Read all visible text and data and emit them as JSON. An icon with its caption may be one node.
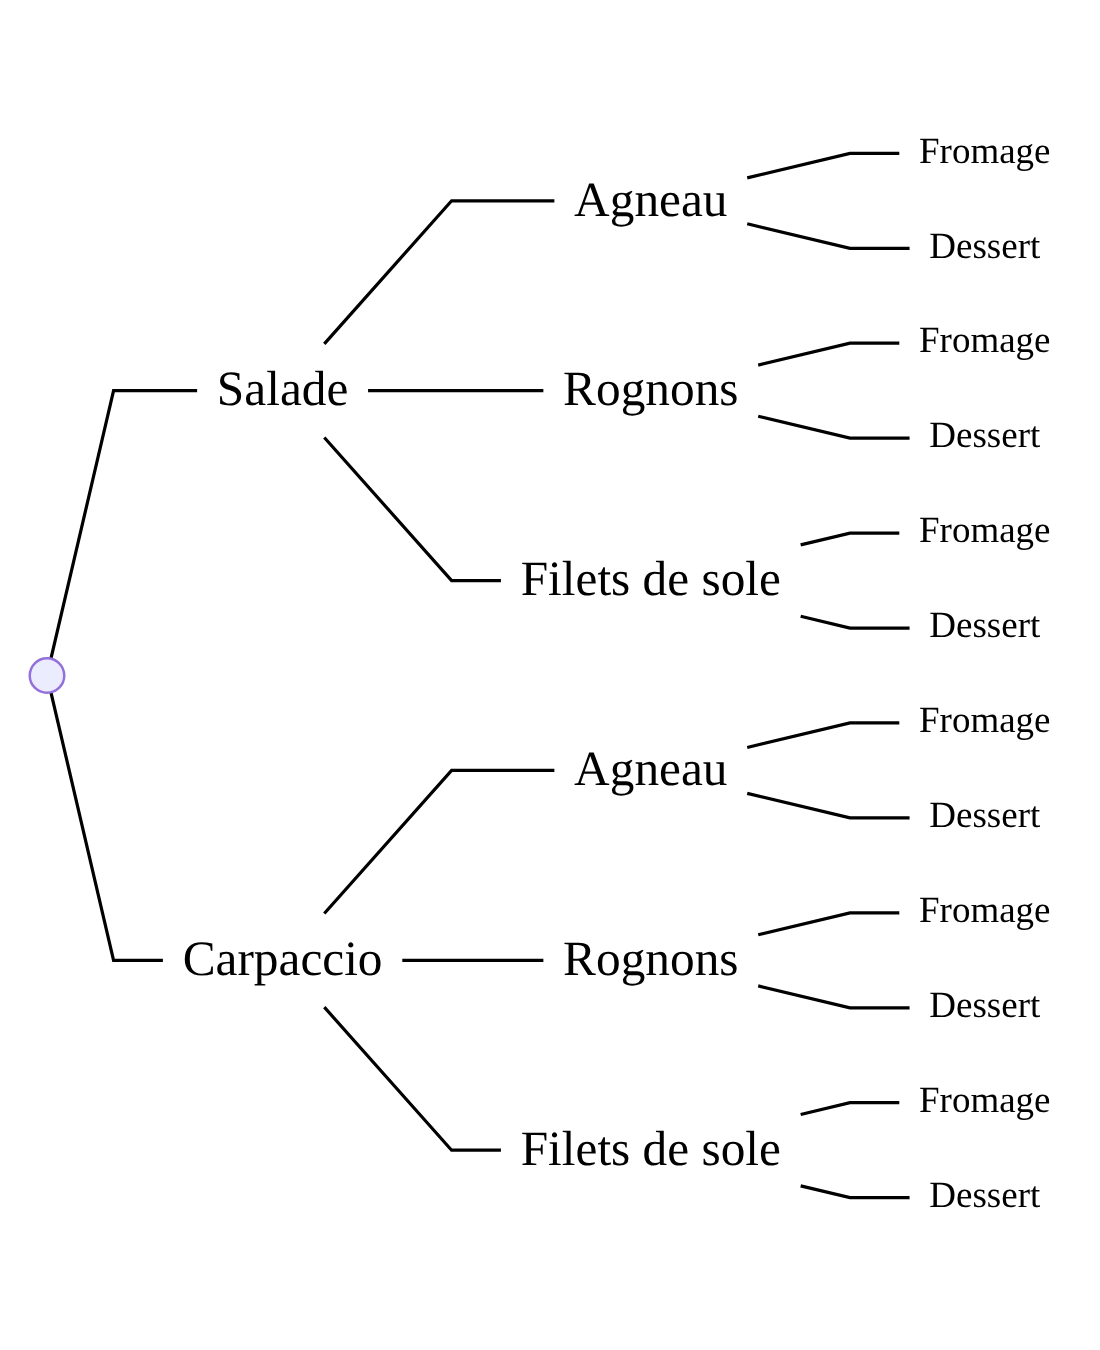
{
  "diagram": {
    "nodes": [
      {
        "text": [],
        "shape": "point"
      },
      {
        "text": [
          "Salade"
        ]
      },
      {
        "text": [
          "Agneau"
        ]
      },
      {
        "text": [
          "Fromage"
        ]
      },
      {
        "text": [
          "Dessert"
        ]
      },
      {
        "text": [
          "Rognons"
        ]
      },
      {
        "text": [
          "Fromage"
        ]
      },
      {
        "text": [
          "Dessert"
        ]
      },
      {
        "text": [
          "Filets de sole"
        ]
      },
      {
        "text": [
          "Fromage"
        ]
      },
      {
        "text": [
          "Dessert"
        ]
      },
      {
        "text": [
          "Carpaccio"
        ]
      },
      {
        "text": [
          "Agneau"
        ]
      },
      {
        "text": [
          "Fromage"
        ]
      },
      {
        "text": [
          "Dessert"
        ]
      },
      {
        "text": [
          "Rognons"
        ]
      },
      {
        "text": [
          "Fromage"
        ]
      },
      {
        "text": [
          "Dessert"
        ]
      },
      {
        "text": [
          "Filets de sole"
        ]
      },
      {
        "text": [
          "Fromage"
        ]
      },
      {
        "text": [
          "Dessert"
        ]
      }
    ],
    "edges": [
      {
        "from": 0,
        "to": 1,
        "arrow": "none"
      },
      {
        "from": 1,
        "to": 2,
        "arrow": "none"
      },
      {
        "from": 2,
        "to": 3,
        "arrow": "none"
      },
      {
        "from": 2,
        "to": 4,
        "arrow": "none"
      },
      {
        "from": 1,
        "to": 5,
        "arrow": "none"
      },
      {
        "from": 5,
        "to": 6,
        "arrow": "none"
      },
      {
        "from": 5,
        "to": 7,
        "arrow": "none"
      },
      {
        "from": 1,
        "to": 8,
        "arrow": "none"
      },
      {
        "from": 8,
        "to": 9,
        "arrow": "none"
      },
      {
        "from": 8,
        "to": 10,
        "arrow": "none"
      },
      {
        "from": 0,
        "to": 11,
        "arrow": "none"
      },
      {
        "from": 11,
        "to": 12,
        "arrow": "none"
      },
      {
        "from": 12,
        "to": 13,
        "arrow": "none"
      },
      {
        "from": 12,
        "to": 14,
        "arrow": "none"
      },
      {
        "from": 11,
        "to": 15,
        "arrow": "none"
      },
      {
        "from": 15,
        "to": 16,
        "arrow": "none"
      },
      {
        "from": 15,
        "to": 17,
        "arrow": "none"
      },
      {
        "from": 11,
        "to": 18,
        "arrow": "none"
      },
      {
        "from": 18,
        "to": 19,
        "arrow": "none"
      },
      {
        "from": 18,
        "to": 20,
        "arrow": "none"
      }
    ]
  }
}
